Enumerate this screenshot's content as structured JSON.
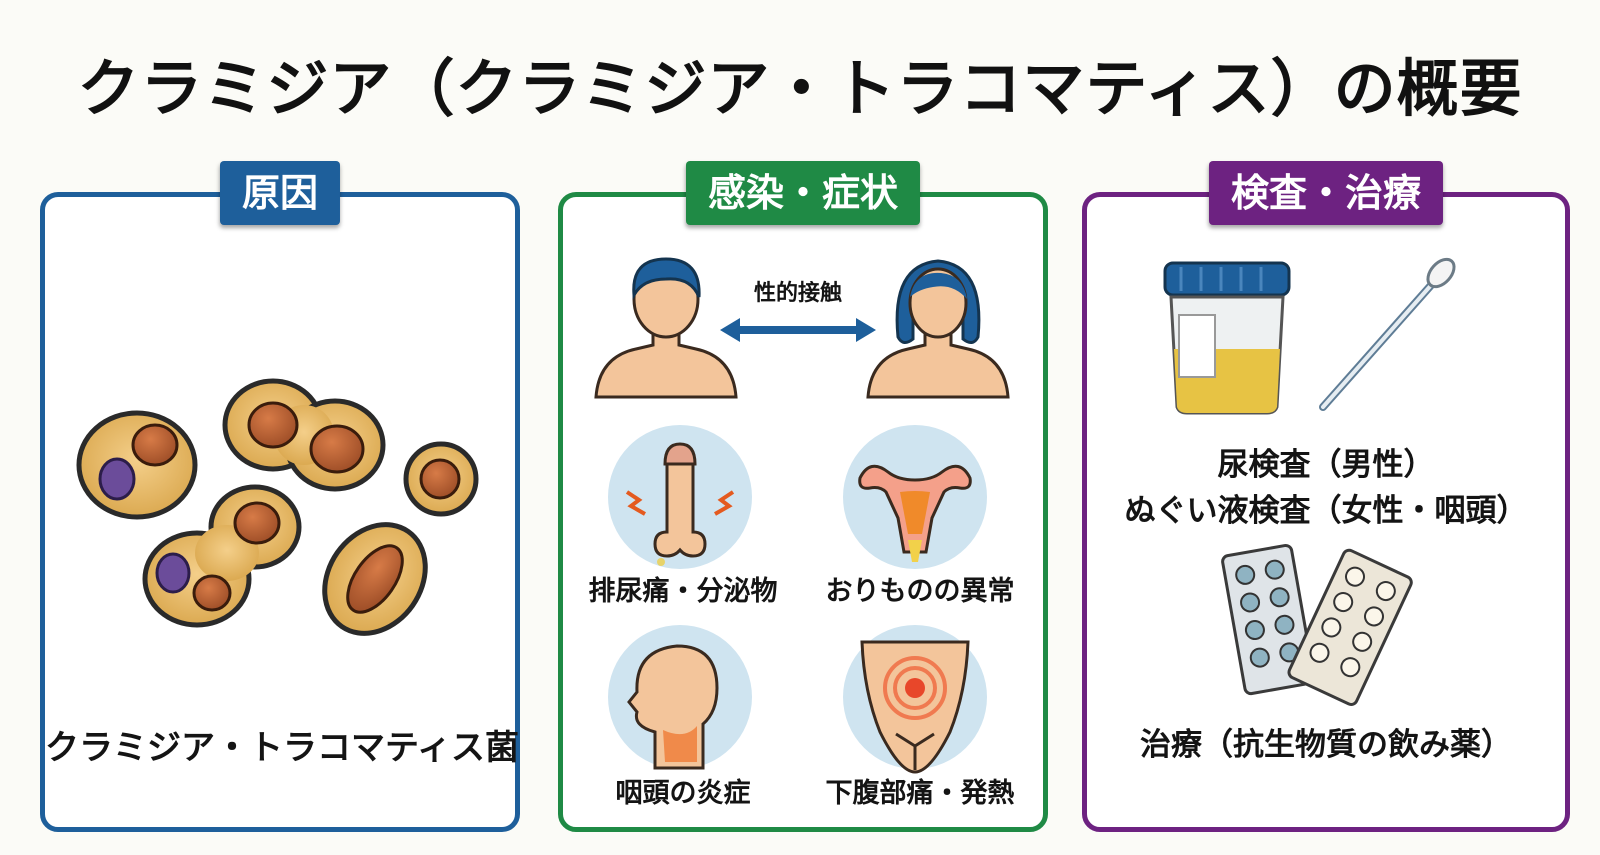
{
  "title": "クラミジア（クラミジア・トラコマティス）の概要",
  "panels": {
    "cause": {
      "heading": "原因",
      "caption": "クラミジア・トラコマティス菌"
    },
    "infection": {
      "heading": "感染・症状",
      "transmission": "性的接触",
      "symptoms": [
        {
          "label": "排尿痛・分泌物"
        },
        {
          "label": "おりものの異常"
        },
        {
          "label": "咽頭の炎症"
        },
        {
          "label": "下腹部痛・発熱"
        }
      ]
    },
    "test": {
      "heading": "検査・治療",
      "test_line1": "尿検査（男性）",
      "test_line2": "ぬぐい液検査（女性・咽頭）",
      "treatment": "治療（抗生物質の飲み薬）"
    }
  },
  "colors": {
    "cause": "#1e5f9b",
    "infection": "#1f8a45",
    "test": "#6d2281"
  },
  "icons": [
    "bacteria-icon",
    "man-icon",
    "woman-icon",
    "double-arrow-icon",
    "penis-pain-icon",
    "uterus-icon",
    "throat-icon",
    "abdomen-pain-icon",
    "urine-cup-icon",
    "swab-icon",
    "pill-blister-icon"
  ]
}
